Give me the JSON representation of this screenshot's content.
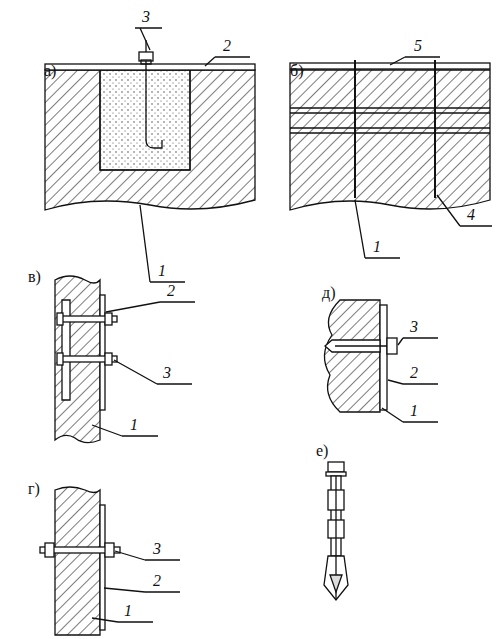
{
  "diagram": {
    "labels": [
      "а)",
      "3",
      "2",
      "1",
      "б)",
      "5",
      "1",
      "4",
      "в)",
      "2",
      "3",
      "1",
      "д)",
      "3",
      "2",
      "1",
      "е)",
      "г)",
      "3",
      "2",
      "1"
    ]
  }
}
